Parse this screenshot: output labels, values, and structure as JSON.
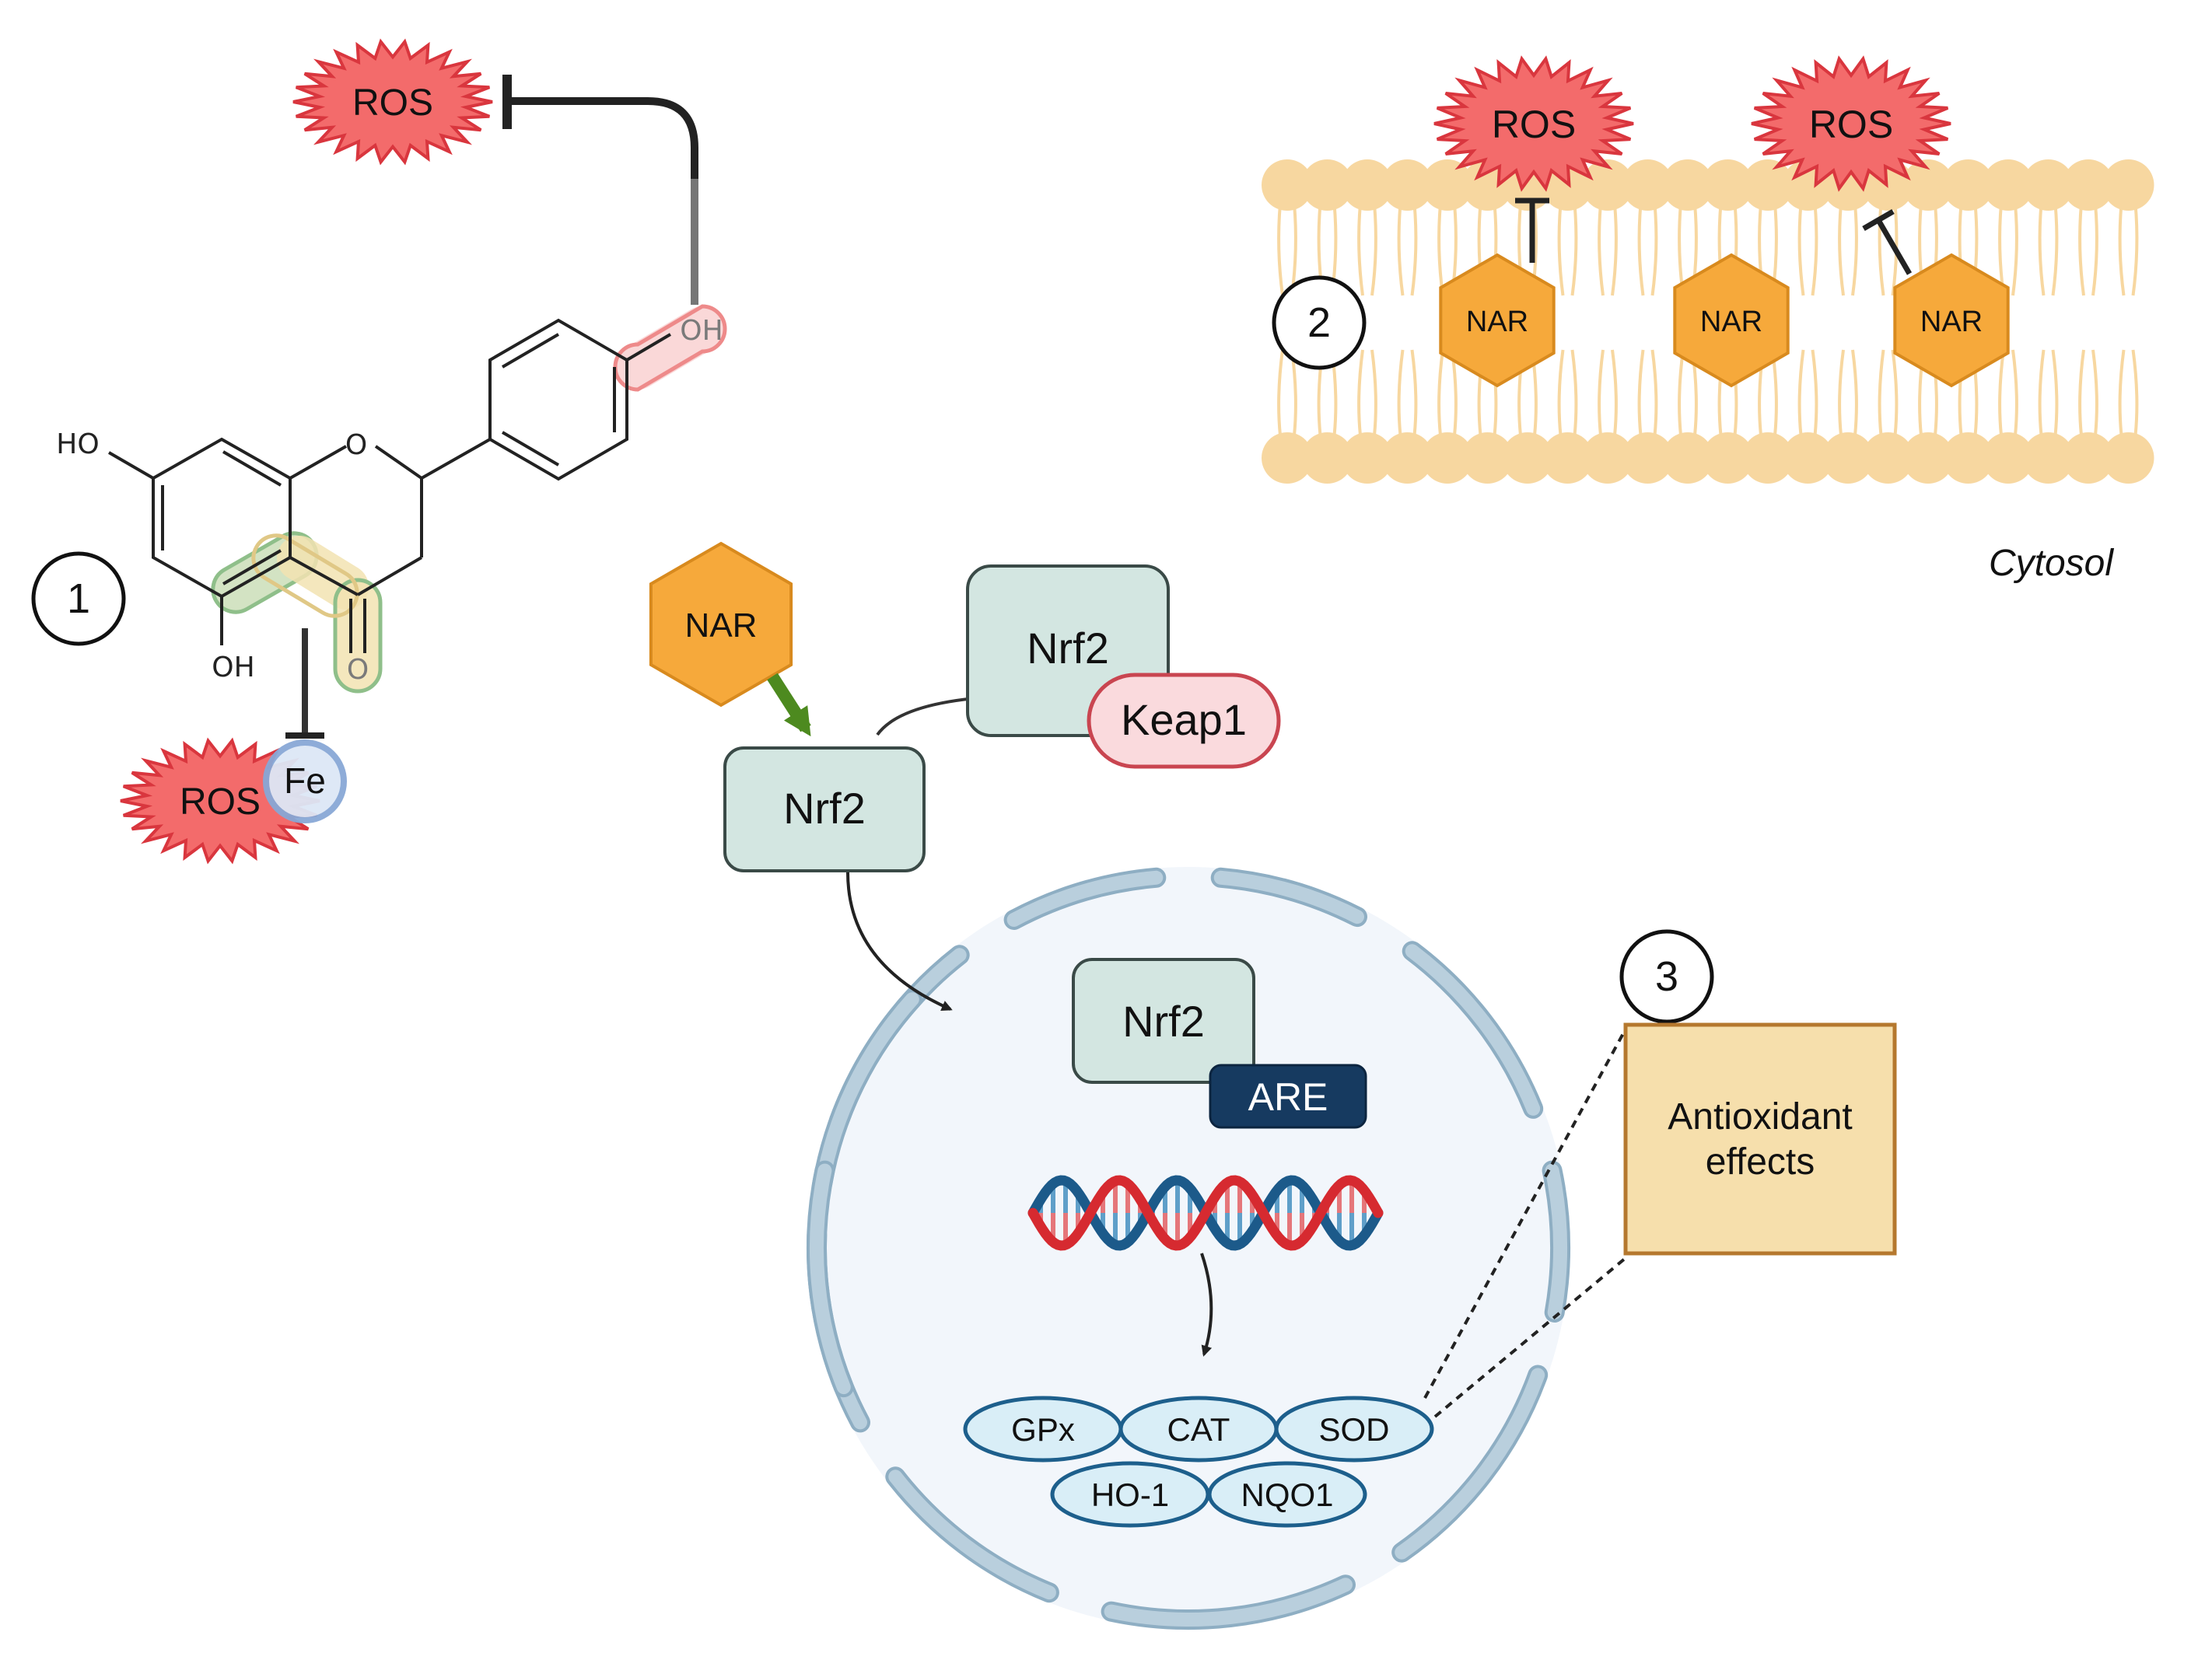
{
  "labels": {
    "ros": "ROS",
    "nar": "NAR",
    "nrf2": "Nrf2",
    "keap1": "Keap1",
    "are": "ARE",
    "fe": "Fe",
    "cytosol": "Cytosol",
    "antioxidant_line1": "Antioxidant",
    "antioxidant_line2": "effects"
  },
  "chemistry": {
    "ho_top": "HO",
    "oh_bottom": "OH",
    "oh_right": "OH",
    "ring_oxygen": "O",
    "carbonyl_oxygen": "O"
  },
  "steps": {
    "one": "1",
    "two": "2",
    "three": "3"
  },
  "enzymes": {
    "gpx": "GPx",
    "cat": "CAT",
    "sod": "SOD",
    "ho1": "HO-1",
    "nqo1": "NQO1"
  },
  "colors": {
    "ros_fill": "#f36b6b",
    "ros_stroke": "#d9363e",
    "nar_fill": "#f6a93b",
    "nar_stroke": "#d88a1e",
    "nrf2_fill": "#d3e6e1",
    "nrf2_stroke": "#3a4a47",
    "keap1_fill": "#fadadd",
    "keap1_stroke": "#c94550",
    "are_fill": "#163a60",
    "lipid": "#f7d7a0",
    "nucleus_fill": "#f2f6fb",
    "envelope": "#b9cfdd",
    "enzyme_fill": "#d9eef7",
    "enzyme_stroke": "#1d5f8c",
    "effects_fill": "#f6dfac",
    "effects_stroke": "#b5782e",
    "dna_red": "#d62a30",
    "dna_blue": "#1c5a8a",
    "activation_arrow": "#4d8a1f"
  }
}
